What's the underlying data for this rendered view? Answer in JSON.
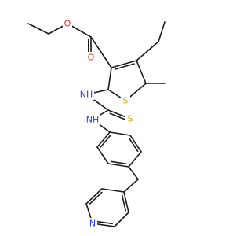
{
  "diagram": {
    "atoms": {
      "o_ester": {
        "label": "O",
        "color": "#e8312a"
      },
      "o_carbonyl": {
        "label": "O",
        "color": "#e8312a"
      },
      "s_ring": {
        "label": "S",
        "color": "#c8a800"
      },
      "nh_1": {
        "label": "NH",
        "color": "#2a3cf0"
      },
      "nh_2": {
        "label": "NH",
        "color": "#2a3cf0"
      },
      "s_thio": {
        "label": "S",
        "color": "#c8a800"
      },
      "n_pyridine": {
        "label": "N",
        "color": "#2a3cf0"
      }
    }
  }
}
